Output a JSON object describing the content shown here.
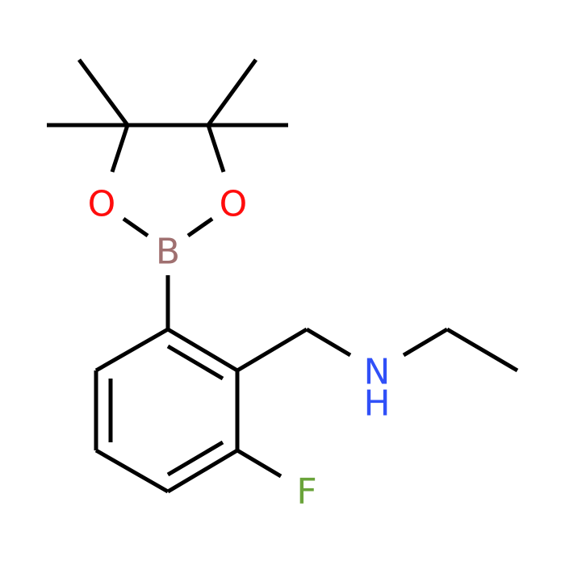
{
  "atoms": {
    "O1": {
      "symbol": "O",
      "color": "#ff0d0d"
    },
    "O2": {
      "symbol": "O",
      "color": "#ff0d0d"
    },
    "B": {
      "symbol": "B",
      "color": "#a07070"
    },
    "N": {
      "symbol": "N",
      "color": "#3050f8"
    },
    "H": {
      "symbol": "H",
      "color": "#3050f8"
    },
    "F": {
      "symbol": "F",
      "color": "#6aa33a"
    }
  },
  "bond_color": "#000000"
}
